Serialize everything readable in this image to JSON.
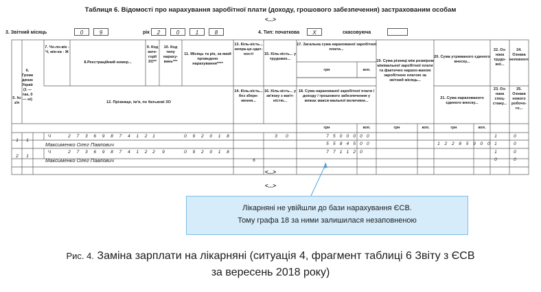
{
  "form": {
    "title": "Таблиця 6. Відомості про нарахування заробітної плати (доходу, грошового забезпечення) застрахованим особам",
    "dots": "<...>",
    "month_label": "3. Звітний місяць",
    "month_digits": [
      "0",
      "9"
    ],
    "year_label": "рік",
    "year_digits": [
      "2",
      "0",
      "1",
      "8"
    ],
    "type_label": "4. Тип: початкова",
    "type_mark": "X",
    "cancel_label": "скасовуюча"
  },
  "headers": {
    "c5": "5. № з/п",
    "c6": "6. Грома-дянин України (1 — так, 0 — ні)",
    "c7": "7. Чо-ло-вік - Ч, жін-ка - Ж",
    "c8": "8.Реєстраційний номер...",
    "c9": "9. Код кате-горії ЗО**",
    "c10": "10. Код типу нараху-вань***",
    "c11": "11. Місяць та рік, за який проведено нарахування****",
    "c12": "12. Прізвище, ім'я, по батькові ЗО",
    "c13": "13. Кіль-кість... непра-це-здат-ності",
    "c14": "14. Кіль-кість... без збере-ження...",
    "c15": "15. Кіль-кість... у трудових...",
    "c16": "16. Кіль-кість... у зв'язку з вагіт-ністю...",
    "c17": "17. Загальна сума нарахованої заробітної плати...",
    "c18": "18. Сума нарахованої заробітної плати / доходу / грошового забезпечення у межах макси-мальної величини...",
    "c19": "19. Сума різниці між розміром мінімальної заробітної плати та фактично нарахо-ваною заробітною платою за звітний місяць...",
    "c20": "20. Сума утриманого єдиного внеску...",
    "c21": "21. Сума нарахованого єдиного внеску...",
    "c22": "22. Оз-нака трудо-вої...",
    "c23": "23. Оз-нака спец-стажу...",
    "c24": "24. Ознака неповного...",
    "c25": "25. Ознака нового робочо-го...",
    "grn": "грн",
    "kop": "коп."
  },
  "rows": [
    {
      "num": "1",
      "citizen": "1",
      "gender": "Ч",
      "reg_digits": [
        "2",
        "7",
        "3",
        "6",
        "9",
        "8",
        "7",
        "4",
        "1",
        "2"
      ],
      "category": "1",
      "accrual_type": "",
      "period_digits": [
        "0",
        "9",
        "2",
        "0",
        "1",
        "8"
      ],
      "name": "Максименко Олег Павлович",
      "c13": "",
      "c15": "3",
      "c16": "0",
      "sum17": [
        "7",
        "5",
        "0",
        "0",
        "0",
        "0",
        "0"
      ],
      "sum18": [
        "5",
        "5",
        "8",
        "4",
        "5",
        "0",
        "0"
      ],
      "sum21": [
        "1",
        "2",
        "2",
        "8",
        "5",
        "9",
        "0",
        "0"
      ],
      "c22": "1",
      "c23": "1",
      "c24": "0",
      "c25": "0"
    },
    {
      "num": "2",
      "citizen": "1",
      "gender": "Ч",
      "reg_digits": [
        "2",
        "7",
        "3",
        "6",
        "9",
        "8",
        "7",
        "4",
        "1",
        "2"
      ],
      "category": "2",
      "accrual_type": "9",
      "period_digits": [
        "0",
        "9",
        "2",
        "0",
        "1",
        "8"
      ],
      "name": "Максименко Олег Павлович",
      "c13": "6",
      "c15": "",
      "c16": "",
      "sum17": [
        "7",
        "7",
        "1",
        "1",
        "2",
        "0"
      ],
      "sum18": [],
      "sum21": [],
      "c22": "1",
      "c23": "0",
      "c24": "0",
      "c25": "0"
    }
  ],
  "callout": {
    "line1": "Лікарняні не увійшли до бази нарахування ЄСВ.",
    "line2": "Тому графа 18 за ними залишилася незаповненою"
  },
  "caption": {
    "prefix": "Рис. 4.",
    "line1": "Заміна зарплати на лікарняні (ситуація 4, фрагмент таблиці 6 Звіту з ЄСВ",
    "line2": "за вересень 2018 року)"
  },
  "colors": {
    "callout_bg": "#d6ecfa",
    "callout_border": "#7fbde6",
    "arrow": "#4aa3df"
  }
}
